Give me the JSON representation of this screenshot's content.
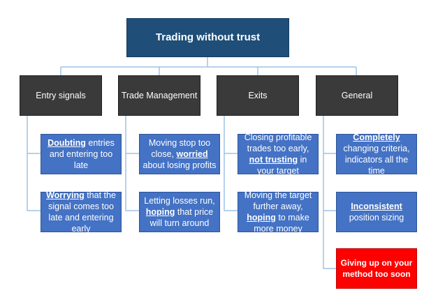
{
  "title": "Trading without trust",
  "categories": [
    {
      "label": "Entry signals",
      "items": [
        {
          "emphasis": "Doubting",
          "text": " entries and entering too late"
        },
        {
          "emphasis": "Worrying",
          "text": " that the signal comes too late and entering early"
        }
      ]
    },
    {
      "label": "Trade Management",
      "items": [
        {
          "pre": "Moving stop too close, ",
          "emphasis": "worried",
          "text": " about losing profits"
        },
        {
          "pre": "Letting losses run, ",
          "emphasis": "hoping",
          "text": " that price will turn around"
        }
      ]
    },
    {
      "label": "Exits",
      "items": [
        {
          "pre": "Closing profitable trades too early, ",
          "emphasis": "not trusting",
          "text": " in your target"
        },
        {
          "pre": "Moving the target further away, ",
          "emphasis": "hoping",
          "text": " to make more money"
        }
      ]
    },
    {
      "label": "General",
      "items": [
        {
          "emphasis": "Completely",
          "text": " changing criteria, indicators all the time"
        },
        {
          "emphasis": "Inconsistent",
          "text": " position sizing"
        },
        {
          "text": "Giving up on your method too soon"
        }
      ]
    }
  ],
  "colors": {
    "root": "#1f4e79",
    "category": "#3a3a3a",
    "leaf": "#4472c4",
    "alert": "#ff0000",
    "connector": "#9dc3e6"
  }
}
